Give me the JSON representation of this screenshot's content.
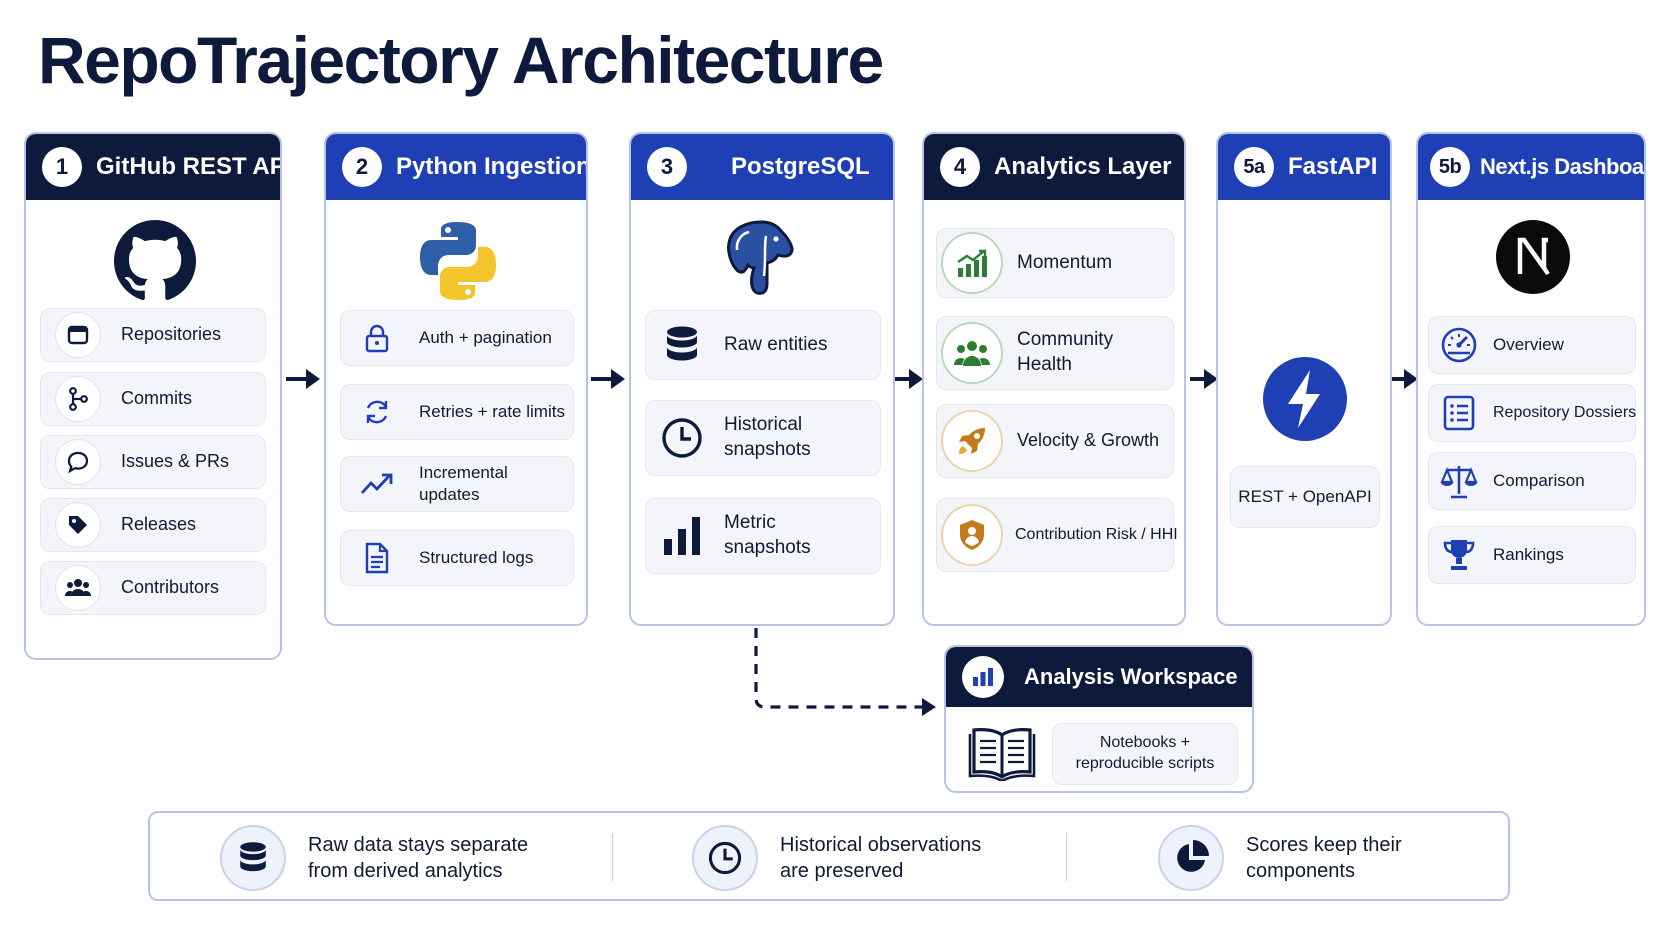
{
  "title": "RepoTrajectory Architecture",
  "stages": {
    "github": {
      "number": "1",
      "title": "GitHub REST API",
      "logo": "github-octocat-icon",
      "items": [
        {
          "label": "Repositories",
          "icon": "window-icon"
        },
        {
          "label": "Commits",
          "icon": "git-branch-icon"
        },
        {
          "label": "Issues & PRs",
          "icon": "chat-bubble-icon"
        },
        {
          "label": "Releases",
          "icon": "tag-icon"
        },
        {
          "label": "Contributors",
          "icon": "people-icon"
        }
      ]
    },
    "ingestion": {
      "number": "2",
      "title": "Python Ingestion",
      "logo": "python-logo-icon",
      "items": [
        {
          "label": "Auth + pagination",
          "icon": "lock-icon"
        },
        {
          "label": "Retries + rate limits",
          "icon": "refresh-icon"
        },
        {
          "label": "Incremental updates",
          "icon": "trend-up-icon"
        },
        {
          "label": "Structured logs",
          "icon": "document-icon"
        }
      ]
    },
    "postgres": {
      "number": "3",
      "title": "PostgreSQL",
      "logo": "postgresql-elephant-icon",
      "items": [
        {
          "label": "Raw entities",
          "icon": "database-icon"
        },
        {
          "label": "Historical snapshots",
          "icon": "clock-icon"
        },
        {
          "label": "Metric snapshots",
          "icon": "bar-chart-icon"
        }
      ]
    },
    "analytics": {
      "number": "4",
      "title": "Analytics Layer",
      "items": [
        {
          "label": "Momentum",
          "icon": "growth-chart-icon",
          "color": "#2f7d32"
        },
        {
          "label": "Community Health",
          "icon": "community-icon",
          "color": "#2f7d32"
        },
        {
          "label": "Velocity & Growth",
          "icon": "rocket-icon",
          "color": "#c27a1a"
        },
        {
          "label": "Contribution Risk / HHI",
          "icon": "shield-user-icon",
          "color": "#c27a1a"
        }
      ]
    },
    "fastapi": {
      "number": "5a",
      "title": "FastAPI",
      "logo": "lightning-icon",
      "items": [
        {
          "label": "REST + OpenAPI"
        }
      ]
    },
    "nextjs": {
      "number": "5b",
      "title": "Next.js Dashboard",
      "logo": "nextjs-logo-icon",
      "items": [
        {
          "label": "Overview",
          "icon": "gauge-icon"
        },
        {
          "label": "Repository Dossiers",
          "icon": "list-icon"
        },
        {
          "label": "Comparison",
          "icon": "scales-icon"
        },
        {
          "label": "Rankings",
          "icon": "trophy-icon"
        }
      ]
    }
  },
  "workspace": {
    "title": "Analysis Workspace",
    "icon": "bar-chart-icon",
    "book_icon": "open-book-icon",
    "item": "Notebooks +\nreproducible scripts"
  },
  "principles": [
    {
      "text": "Raw data stays separate\nfrom derived analytics",
      "icon": "database-icon"
    },
    {
      "text": "Historical observations\nare preserved",
      "icon": "clock-icon"
    },
    {
      "text": "Scores keep their\ncomponents",
      "icon": "pie-chart-icon"
    }
  ],
  "colors": {
    "navy": "#0e1a3c",
    "blue": "#1f3fb4",
    "green": "#2f7d32",
    "amber": "#c27a1a",
    "border": "#b7c3e8"
  }
}
